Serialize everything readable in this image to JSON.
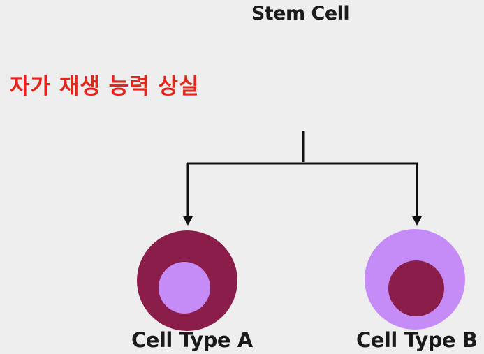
{
  "title": "Stem Cell",
  "annotation": "자가 재생 능력 상실",
  "cells": [
    {
      "label": "Cell Type A",
      "outer_color": "#8b1d4b",
      "inner_color": "#c58cf7"
    },
    {
      "label": "Cell Type B",
      "outer_color": "#c58cf7",
      "inner_color": "#8b1d4b"
    }
  ],
  "colors": {
    "background": "#eeeeee",
    "annotation": "#e3251b",
    "line": "#111111"
  }
}
